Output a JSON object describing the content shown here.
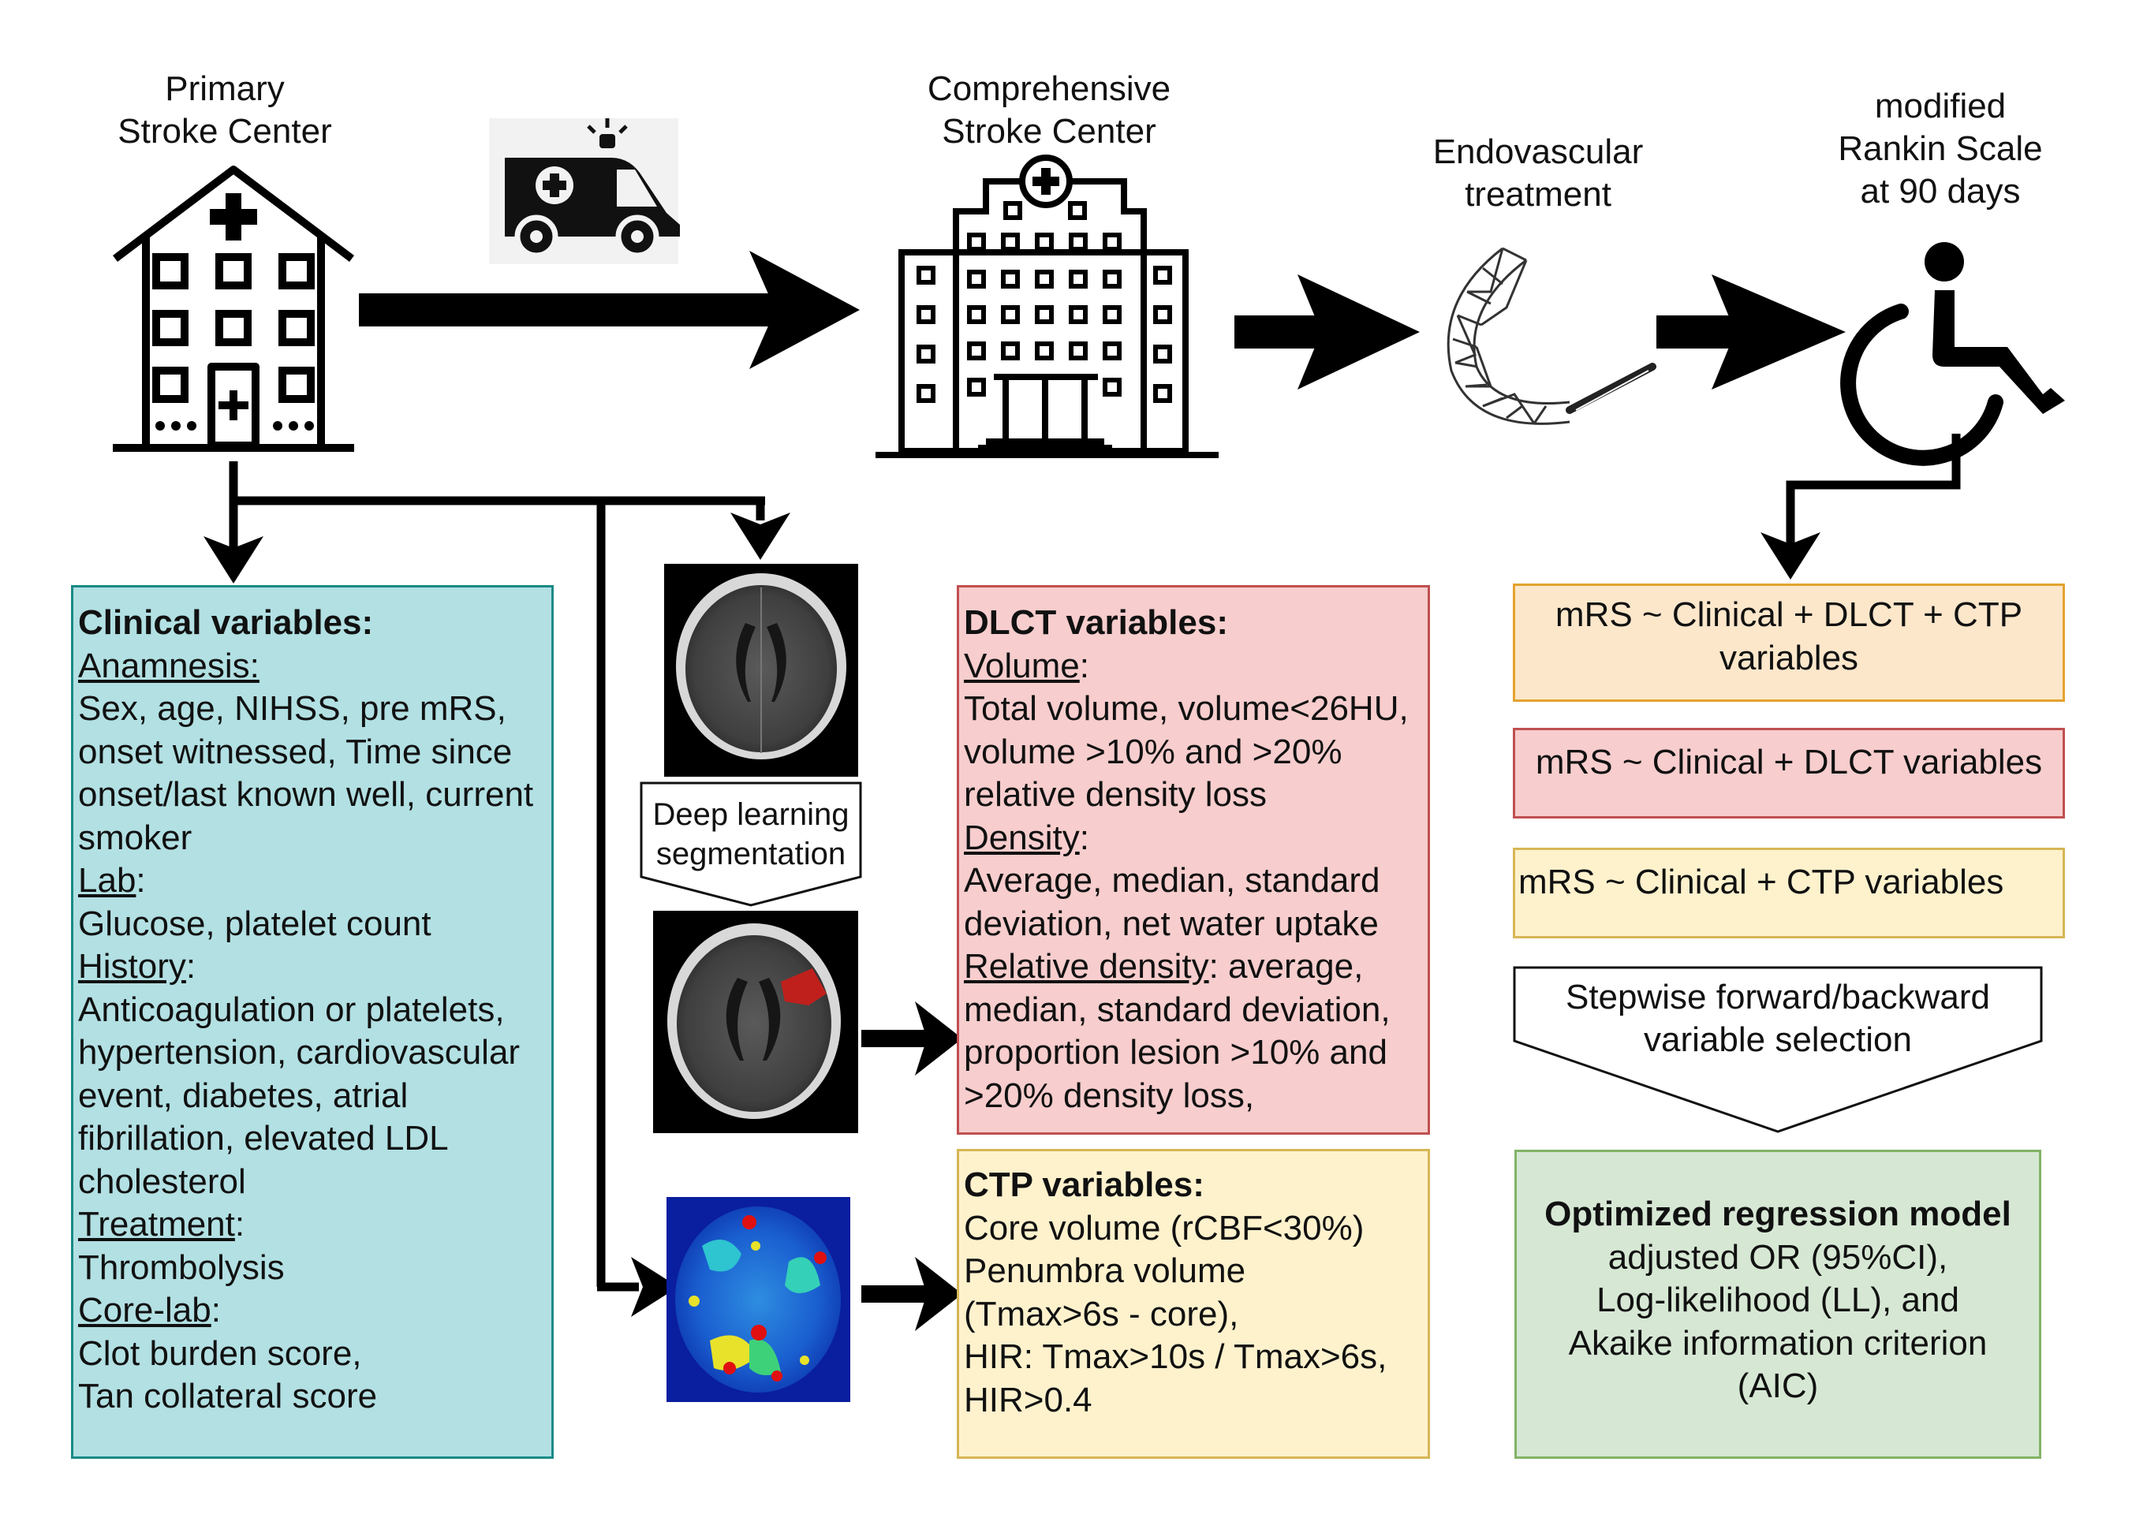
{
  "header": {
    "primary_center": [
      "Primary",
      "Stroke Center"
    ],
    "comprehensive_center": [
      "Comprehensive",
      "Stroke Center"
    ],
    "endovascular": [
      "Endovascular",
      "treatment"
    ],
    "mrs_outcome": [
      "modified",
      "Rankin Scale",
      "at 90 days"
    ]
  },
  "icons": {
    "primary_hospital": "hospital-icon",
    "ambulance": "ambulance-icon",
    "comprehensive_hospital": "hospital-building-icon",
    "stent": "stent-retriever-icon",
    "wheelchair": "wheelchair-icon",
    "ct_scan": "brain-ct-image",
    "ct_segmented": "brain-ct-segmentation-image",
    "ctp_map": "brain-perfusion-map-image"
  },
  "segmentation_label": [
    "Deep learning",
    "segmentation"
  ],
  "clinical": {
    "title": "Clinical variables:",
    "lines": [
      {
        "text": "Anamnesis: ",
        "style": "ul"
      },
      {
        "text": "Sex, age, NIHSS, pre mRS,",
        "style": ""
      },
      {
        "text": "onset witnessed, Time since",
        "style": ""
      },
      {
        "text": "onset/last known well, current",
        "style": ""
      },
      {
        "text": "smoker",
        "style": ""
      },
      {
        "text": "Lab",
        "style": "ul",
        "suffix": ":"
      },
      {
        "text": "Glucose, platelet count",
        "style": ""
      },
      {
        "text": "History",
        "style": "ul",
        "suffix": ":"
      },
      {
        "text": "Anticoagulation or platelets,",
        "style": ""
      },
      {
        "text": "hypertension, cardiovascular",
        "style": ""
      },
      {
        "text": "event, diabetes, atrial",
        "style": ""
      },
      {
        "text": "fibrillation, elevated LDL",
        "style": ""
      },
      {
        "text": "cholesterol",
        "style": ""
      },
      {
        "text": "Treatment",
        "style": "ul",
        "suffix": ":"
      },
      {
        "text": "Thrombolysis",
        "style": ""
      },
      {
        "text": "Core-lab",
        "style": "ul",
        "suffix": ":"
      },
      {
        "text": "Clot burden score,",
        "style": ""
      },
      {
        "text": "Tan collateral score",
        "style": ""
      }
    ]
  },
  "dlct": {
    "title": "DLCT variables:",
    "lines": [
      {
        "text": "Volume",
        "style": "ul",
        "suffix": ":"
      },
      {
        "text": "Total volume, volume<26HU,",
        "style": ""
      },
      {
        "text": "volume >10% and >20%",
        "style": ""
      },
      {
        "text": "relative density loss",
        "style": ""
      },
      {
        "text": "Density",
        "style": "ul",
        "suffix": ":"
      },
      {
        "text": "Average, median, standard",
        "style": ""
      },
      {
        "text": "deviation, net water uptake",
        "style": ""
      },
      {
        "text": "Relative density",
        "style": "ul",
        "suffix": ": average,"
      },
      {
        "text": "median, standard deviation,",
        "style": ""
      },
      {
        "text": "proportion lesion >10% and",
        "style": ""
      },
      {
        "text": ">20% density loss,",
        "style": ""
      }
    ]
  },
  "ctp": {
    "title": "CTP variables:",
    "lines": [
      {
        "text": "Core volume (rCBF<30%)",
        "style": ""
      },
      {
        "text": "Penumbra volume",
        "style": ""
      },
      {
        "text": "(Tmax>6s - core),",
        "style": ""
      },
      {
        "text": "HIR: Tmax>10s / Tmax>6s,",
        "style": ""
      },
      {
        "text": "HIR>0.4",
        "style": ""
      }
    ]
  },
  "models": {
    "model_full": [
      "mRS ~ Clinical + DLCT + CTP",
      "variables"
    ],
    "model_dlct": "mRS ~ Clinical + DLCT variables",
    "model_ctp": "mRS ~ Clinical + CTP variables",
    "stepwise": [
      "Stepwise forward/backward",
      "variable selection"
    ],
    "optimized_title": "Optimized regression model",
    "optimized_lines": [
      "adjusted OR (95%CI),",
      "Log-likelihood (LL), and",
      "Akaike information criterion",
      "(AIC)"
    ]
  },
  "colors": {
    "clinical_fill": "#b2e0e3",
    "clinical_border": "#1a8a86",
    "dlct_fill": "#f7cdcd",
    "dlct_border": "#c05050",
    "ctp_fill": "#fef2cd",
    "ctp_border": "#d6b656",
    "model_full_fill": "#fde7cb",
    "model_full_border": "#e3a32e",
    "model_dlct_fill": "#f7cdcd",
    "model_dlct_border": "#c05050",
    "model_ctp_fill": "#fef2cd",
    "model_ctp_border": "#d6b656",
    "optimized_fill": "#d6e8d4",
    "optimized_border": "#82b366"
  }
}
